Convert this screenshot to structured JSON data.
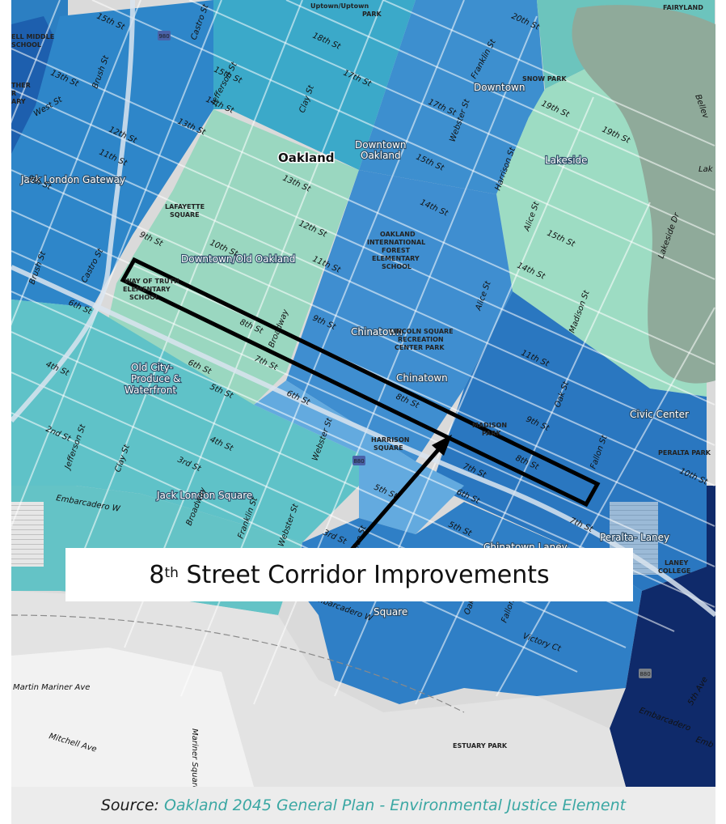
{
  "callout": {
    "prefix": "8",
    "superscript": "th",
    "rest": " Street Corridor Improvements"
  },
  "source": {
    "prefix": "Source:",
    "link_text": "Oakland 2045 General Plan - Environmental Justice Element"
  },
  "map": {
    "city_label": "Oakland",
    "neighborhoods": {
      "downtown_top": "Downtown",
      "downtown_oakland_1": "Downtown",
      "downtown_oakland_2": "Oakland",
      "lakeside": "Lakeside",
      "chinatown_1": "Chinatown",
      "chinatown_2": "Chinatown",
      "old_city_1": "Old City-",
      "old_city_2": "Produce &",
      "old_city_3": "Waterfront",
      "jack_london_gateway": "Jack London Gateway",
      "downtown_old_oakland": "Downtown/Old Oakland",
      "jack_london_square": "Jack London Square",
      "civic_center": "Civic Center",
      "peralta_laney": "Peralta- Laney",
      "chinatown_laney": "Chinatown Laney",
      "square": "Square"
    },
    "pois": {
      "snow_park": "SNOW PARK",
      "fairyland": "FAIRYLAND",
      "uptown_park_1": "Uptown/Uptown",
      "uptown_park_2": "PARK",
      "lafayette_1": "LAFAYETTE",
      "lafayette_2": "SQUARE",
      "oifes_1": "OAKLAND",
      "oifes_2": "INTERNATIONAL",
      "oifes_3": "FOREST",
      "oifes_4": "ELEMENTARY",
      "oifes_5": "SCHOOL",
      "wot_1": "WAY OF TRUTH",
      "wot_2": "ELEMENTARY",
      "wot_3": "SCHOOL",
      "lincoln_1": "LINCOLN SQUARE",
      "lincoln_2": "RECREATION",
      "lincoln_3": "CENTER PARK",
      "madison_1": "MADISON",
      "madison_2": "PARK",
      "harrison_1": "HARRISON",
      "harrison_2": "SQUARE",
      "peralta_park": "PERALTA PARK",
      "laney_1": "LANEY",
      "laney_2": "COLLEGE",
      "estuary_park": "ESTUARY PARK",
      "middle_1": "ELL MIDDLE",
      "middle_2": "SCHOOL",
      "other_1": "THER",
      "other_2": "R",
      "other_3": "ARY"
    },
    "streets": {
      "s15": "15th St",
      "s18": "18th St",
      "s17": "17th St",
      "s20": "20th St",
      "s19": "19th St",
      "s13a": "13th St",
      "s12a": "12th St",
      "s11a": "11th St",
      "s10a": "10th St",
      "s9a": "9th St",
      "s14a": "14th St",
      "s13b": "13th St",
      "s12b": "12th St",
      "s11b": "11th St",
      "s10b": "10th St",
      "s9b": "9th St",
      "s8a": "8th St",
      "s7a": "7th St",
      "s6a": "6th St",
      "s5a": "5th St",
      "s4a": "4th St",
      "s3a": "3rd St",
      "s2a": "2nd St",
      "s6b": "6th St",
      "s4b": "4th St",
      "s3b": "3rd St",
      "s16a": "15th St",
      "s14b": "14th St",
      "s14c": "14th St",
      "s15b": "15th St",
      "s19b": "19th St",
      "s8b": "8th St",
      "s9c": "9th St",
      "s11c": "11th St",
      "s8c": "8th St",
      "s7b": "7th St",
      "s6c": "6th St",
      "s5b": "5th St",
      "s5c": "5th St",
      "s7c": "7th St",
      "s10c": "10th St",
      "s6d": "6th St",
      "s7d": "7th St",
      "west": "West St",
      "brush1": "Brush St",
      "brush2": "Brush St",
      "castro1": "Castro St",
      "castro2": "Castro St",
      "jefferson1": "Jefferson St",
      "jefferson2": "Jefferson St",
      "clay1": "Clay St",
      "clay2": "Clay St",
      "franklin1": "Franklin St",
      "franklin2": "Franklin St",
      "webster1": "Webster St",
      "webster2": "Webster St",
      "webster3": "Webster St",
      "harrison": "Harrison St",
      "alice1": "Alice St",
      "alice2": "Alice St",
      "alice3": "Alice St",
      "oak1": "Oak St",
      "oak2": "Oak St",
      "madison": "Madison St",
      "fallon1": "Fallon St",
      "fallon2": "Fallon St",
      "broadway1": "Broadway",
      "broadway2": "Broadway",
      "lakeside_dr": "Lakeside Dr",
      "embarcadero_w": "Embarcadero W",
      "embarcadero_w2": "Embarcadero W",
      "embarcadero": "Embarcadero",
      "victory": "Victory Ct",
      "martin": "Martin Mariner Ave",
      "mitchell": "Mitchell Ave",
      "mariner": "Mariner Square",
      "fifth_ave": "5th Ave",
      "bellevue": "Bellev",
      "lake": "Lak",
      "embarcadero_e": "Emb"
    },
    "shields": {
      "i980": "980",
      "i880a": "880",
      "i880b": "880"
    }
  }
}
